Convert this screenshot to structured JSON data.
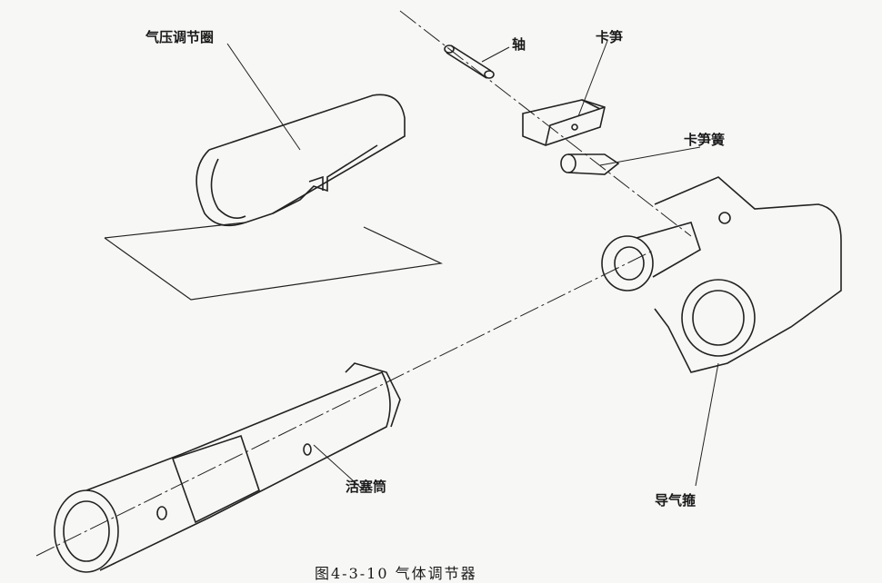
{
  "labels": {
    "pressure_ring": "气压调节圈",
    "axle": "轴",
    "latch": "卡笋",
    "latch_spring": "卡笋簧",
    "piston_tube": "活塞筒",
    "gas_block": "导气箍"
  },
  "caption": "图4-3-10  气体调节器"
}
